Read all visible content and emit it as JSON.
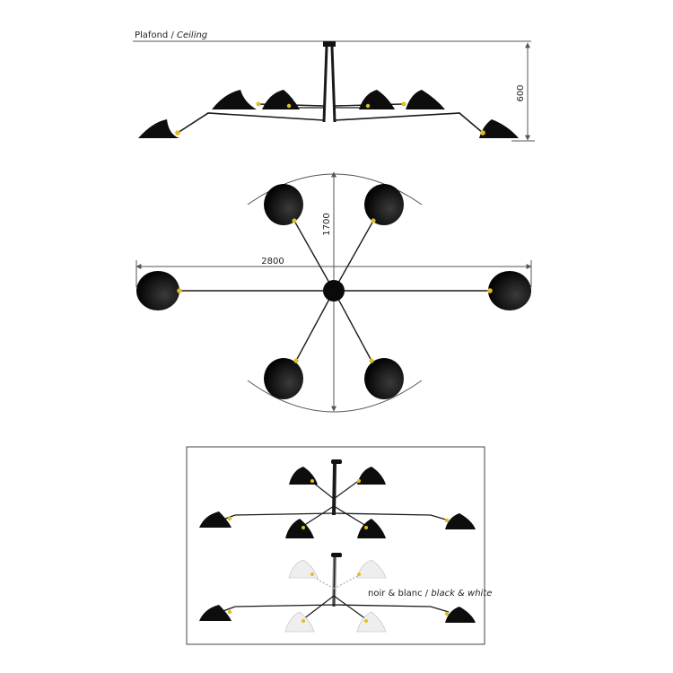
{
  "ceiling_label": {
    "fr": "Plafond / ",
    "en": "Ceiling"
  },
  "dimensions": {
    "height": "600",
    "width": "2800",
    "depth": "1700"
  },
  "finish_label": {
    "fr": "noir & blanc / ",
    "en": "black & white"
  },
  "colors": {
    "shade_black": "#0d0d0d",
    "shade_white": "#eeeeee",
    "arm": "#1a1a1a",
    "joint": "#e0c020",
    "dim_line": "#555555",
    "frame": "#444444"
  }
}
